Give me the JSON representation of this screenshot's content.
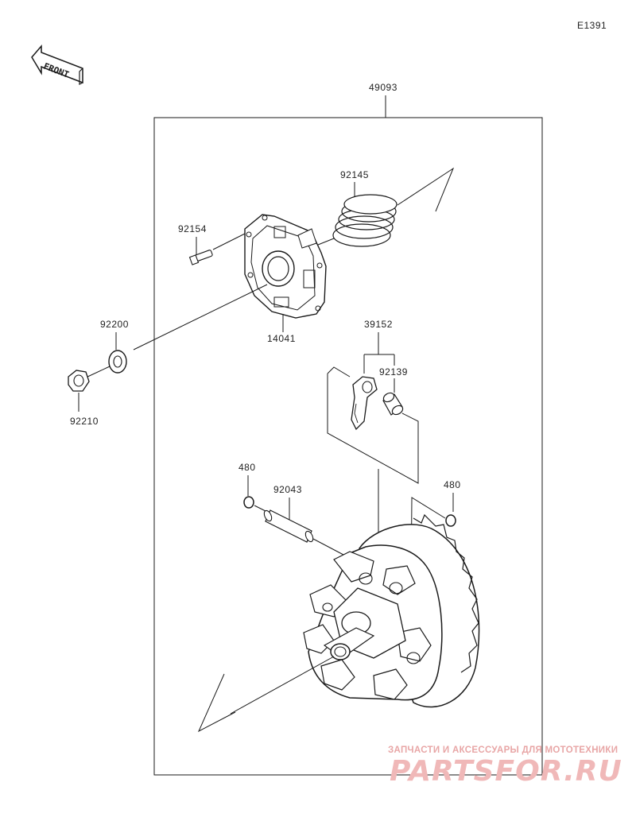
{
  "diagram": {
    "diagram_code": "E1391",
    "front_arrow_label": "FRONT",
    "callouts": {
      "assembly": "49093",
      "spring": "92145",
      "bolt": "92154",
      "cover": "14041",
      "washer": "92200",
      "nut": "92210",
      "weight_assy": "39152",
      "roller": "92139",
      "ring_left": "480",
      "pin": "92043",
      "ring_right": "480"
    }
  },
  "watermark": {
    "tagline": "ЗАПЧАСТИ И АКСЕССУАРЫ ДЛЯ МОТОТЕХНИКИ",
    "logo": "PARTSFOR.RU"
  },
  "colors": {
    "line": "#1a1a1a",
    "part_fill": "#ffffff",
    "watermark": "#f0b8b8"
  }
}
